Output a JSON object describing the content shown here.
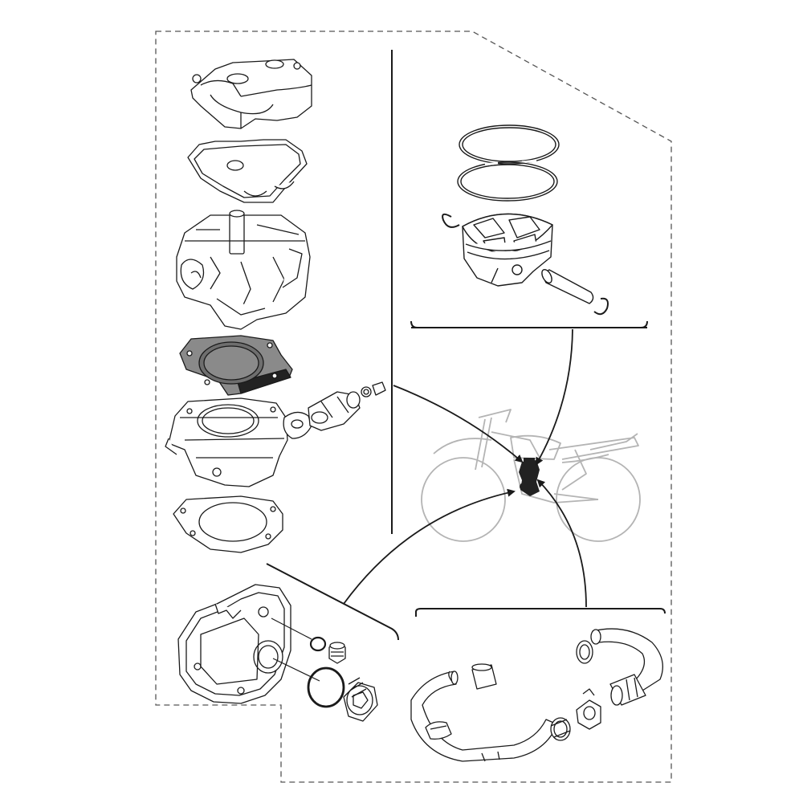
{
  "diagram": {
    "kind": "exploded-parts-illustration",
    "colors": {
      "ink": "#1a1a1a",
      "light_ink": "#b4b4b4",
      "panel_fill": "#ffffff",
      "gasket_fill": "#8a8a8a",
      "dark_part": "#222222"
    },
    "groups": [
      {
        "id": "head-group",
        "parts": [
          "valve-cover",
          "valve-cover-gasket",
          "cylinder-head",
          "head-gasket",
          "cylinder",
          "base-gasket",
          "water-pump-housing",
          "bolt-and-washer"
        ]
      },
      {
        "id": "piston-group",
        "parts": [
          "piston-ring-top",
          "piston-ring-second",
          "piston",
          "piston-pin",
          "circlip-left",
          "circlip-right"
        ]
      },
      {
        "id": "cover-group",
        "parts": [
          "engine-side-cover",
          "small-o-ring",
          "small-plug",
          "large-o-ring",
          "large-plug"
        ]
      },
      {
        "id": "exhaust-group",
        "parts": [
          "header-pipe",
          "exhaust-clamp",
          "sleeve",
          "gasket-ring",
          "spring-mount",
          "outlet-pipe"
        ]
      }
    ],
    "motorcycle": {
      "icon": "motorcycle-silhouette-icon",
      "highlight": "engine-location-icon"
    }
  }
}
